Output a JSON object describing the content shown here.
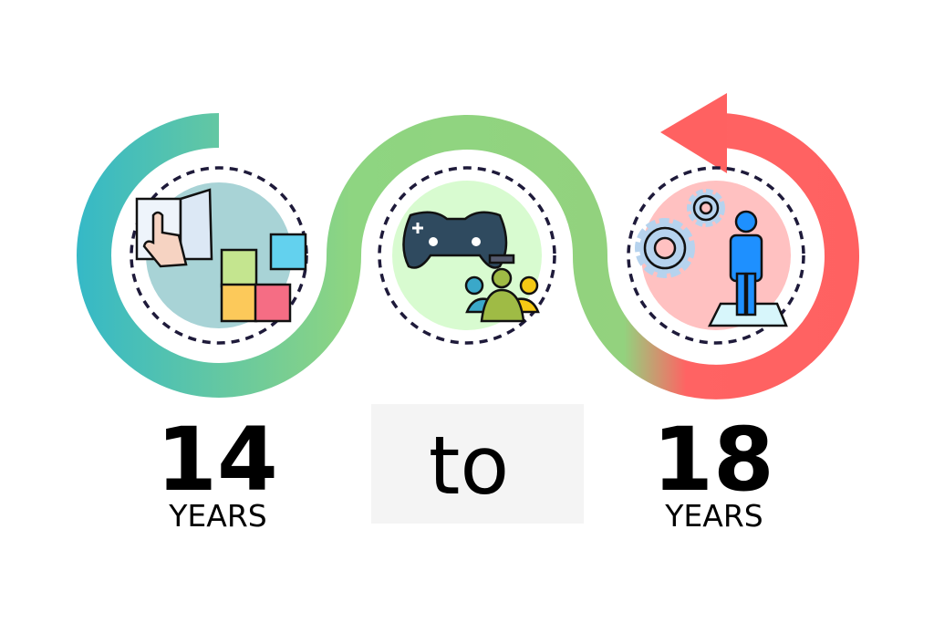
{
  "stages": [
    {
      "age": "14",
      "unit": "YEARS",
      "icons": [
        "book-hand-icon",
        "puzzle-icon"
      ],
      "circle_color": "#a8d3d6"
    },
    {
      "icons": [
        "gamepad-icon",
        "graduates-group-icon"
      ],
      "circle_color": "#d8fbd0"
    },
    {
      "age": "18",
      "unit": "YEARS",
      "icons": [
        "gears-icon",
        "person-standing-icon"
      ],
      "circle_color": "#ffc1c1"
    }
  ],
  "connector": "to",
  "colors": {
    "start": "#36b9c6",
    "middle": "#8fd47f",
    "end": "#ff6161",
    "dashes": "#1e1a3a",
    "to_box": "#f4f4f4"
  }
}
